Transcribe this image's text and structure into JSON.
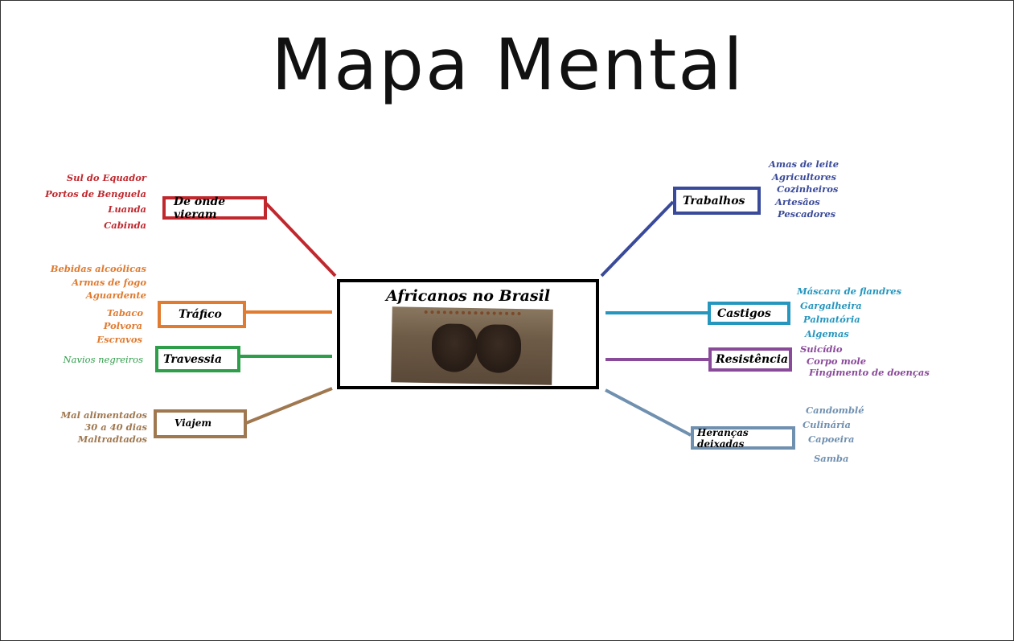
{
  "title": "Mapa Mental",
  "center": {
    "label": "Africanos no Brasil"
  },
  "branches": {
    "origem": {
      "label": "De onde vieram",
      "color": "#c0282e",
      "items": [
        "Sul do Equador",
        "Portos de Benguela",
        "Luanda",
        "Cabinda"
      ]
    },
    "trafico": {
      "label": "Tráfico",
      "color": "#e07b30",
      "items": [
        "Bebidas alcoólicas",
        "Armas de fogo",
        "Aguardente",
        "Tabaco",
        "Polvora",
        "Escravos"
      ]
    },
    "travessia": {
      "label": "Travessia",
      "color": "#2f9e4a",
      "items": [
        "Navios negreiros"
      ]
    },
    "viajem": {
      "label": "Viajem",
      "color": "#a07850",
      "items": [
        "Mal alimentados",
        "30 a 40 dias",
        "Maltradtados"
      ]
    },
    "trabalhos": {
      "label": "Trabalhos",
      "color": "#3a4a9a",
      "items": [
        "Amas de leite",
        "Agricultores",
        "Cozinheiros",
        "Artesãos",
        "Pescadores"
      ]
    },
    "castigos": {
      "label": "Castigos",
      "color": "#2596be",
      "items": [
        "Máscara de flandres",
        "Gargalheira",
        "Palmatória",
        "Algemas"
      ]
    },
    "resistencia": {
      "label": "Resistência",
      "color": "#8a4a9a",
      "items": [
        "Suicídio",
        "Corpo mole",
        "Fingimento de doenças"
      ]
    },
    "herancas": {
      "label": "Heranças deixadas",
      "color": "#7090b0",
      "items": [
        "Candomblé",
        "Culinária",
        "Capoeira",
        "Samba"
      ]
    }
  }
}
